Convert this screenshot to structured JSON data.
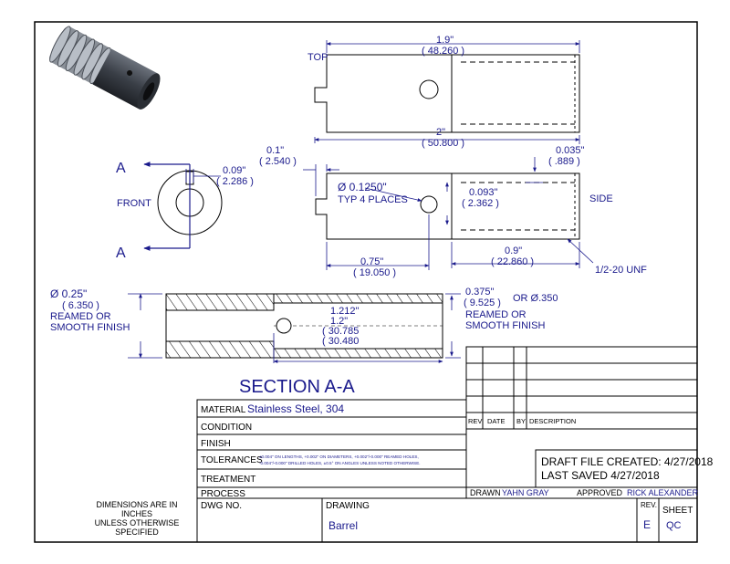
{
  "views": {
    "top": {
      "label": "TOP",
      "dim_top_in": "1.9\"",
      "dim_top_mm": "( 48.260 )",
      "dim_bottom_in": "2\"",
      "dim_bottom_mm": "( 50.800 )"
    },
    "front": {
      "label": "FRONT",
      "section_marker": "A",
      "dim_in": "0.09\"",
      "dim_mm": "( 2.286 )"
    },
    "side": {
      "label": "SIDE",
      "dim_slot_in": "0.1\"",
      "dim_slot_mm": "( 2.540 )",
      "hole_note_1": "Ø  0.1250\"",
      "hole_note_2": "TYP 4 PLACES",
      "dim_groove_in": "0.093\"",
      "dim_groove_mm": "( 2.362 )",
      "dim_chamfer_in": "0.035\"",
      "dim_chamfer_mm": "( .889 )",
      "dim_hole_pos_in": "0.75\"",
      "dim_hole_pos_mm": "( 19.050 )",
      "dim_thread_in": "0.9\"",
      "dim_thread_mm": "( 22.860 )",
      "thread_spec": "1/2-20 UNF"
    },
    "section": {
      "title": "SECTION A-A",
      "left_dia_in": "Ø  0.25\"",
      "left_dia_mm": "( 6.350 )",
      "left_note_1": "REAMED OR",
      "left_note_2": "SMOOTH FINISH",
      "len_in_1": "1.212\"",
      "len_in_2": "1.2\"",
      "len_mm_1": "( 30.785",
      "len_mm_2": "( 30.480",
      "right_dia_in": "0.375\"",
      "right_dia_mm": "( 9.525 )",
      "right_alt": "OR Ø.350",
      "right_note_1": "REAMED OR",
      "right_note_2": "SMOOTH FINISH"
    }
  },
  "title_block": {
    "material_label": "MATERIAL",
    "material_value": "Stainless Steel, 304",
    "condition_label": "CONDITION",
    "finish_label": "FINISH",
    "tolerances_label": "TOLERANCES",
    "tolerances_line1": "±0.004\" ON LENGTHS, +0.002\" ON DIAMETERS, +0.002\"/-0.000\" REAMED HOLES,",
    "tolerances_line2": "-0.004\"/-0.000\" DRILLED HOLES, ±0.5° ON ANGLES UNLESS NOTED OTHERWISE.",
    "treatment_label": "TREATMENT",
    "process_label": "PROCESS",
    "dwg_no_label": "DWG NO.",
    "drawing_label": "DRAWING",
    "drawing_value": "Barrel",
    "units_note_1": "DIMENSIONS ARE IN",
    "units_note_2": "INCHES",
    "units_note_3": "UNLESS OTHERWISE",
    "units_note_4": "SPECIFIED",
    "rev_col": "REV",
    "date_col": "DATE",
    "by_col": "BY",
    "desc_col": "DESCRIPTION",
    "draft_created": "DRAFT FILE CREATED: 4/27/2018",
    "last_saved": "LAST SAVED 4/27/2018",
    "drawn_label": "DRAWN",
    "drawn_value": "YAHN GRAY",
    "approved_label": "APPROVED",
    "approved_value": "RICK ALEXANDER",
    "rev_label": "REV.",
    "rev_value": "E",
    "sheet_label": "SHEET",
    "sheet_value": "QC"
  },
  "colors": {
    "ink": "#000000",
    "annotation": "#1a1a8c",
    "part_metal": "#3a3f47"
  }
}
